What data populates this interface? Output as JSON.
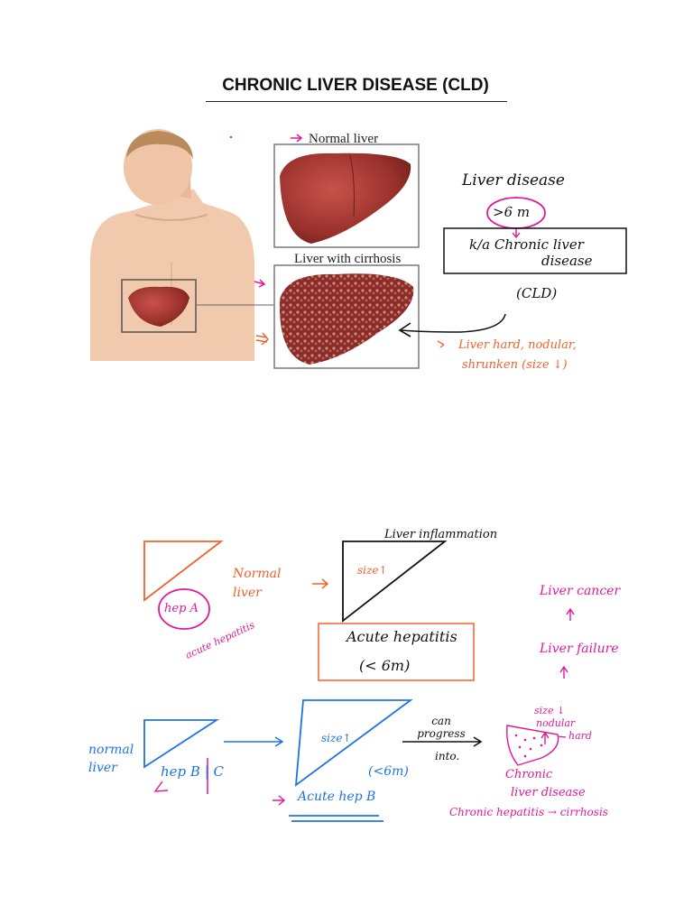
{
  "title": "CHRONIC LIVER DISEASE (CLD)",
  "figure": {
    "normal_label": "Normal liver",
    "cirrhosis_label": "Liver with cirrhosis"
  },
  "notes_top": {
    "liver_disease": "Liver disease",
    "gt6m": ">6 m",
    "box_line1": "k/a Chronic liver",
    "box_line2": "disease",
    "cld": "(CLD)",
    "hard_line1": "Liver hard, nodular,",
    "hard_line2": "shrunken (size ↓)"
  },
  "notes_bottom": {
    "hepA": "hep A",
    "acute_hepatitis_side": "acute hepatitis",
    "normal_liver_orange": "Normal liver",
    "liver_inflammation": "Liver inflammation",
    "size_up": "size↑",
    "acute_hepatitis": "Acute hepatitis",
    "lt6m": "(< 6m)",
    "liver_cancer": "Liver cancer",
    "liver_failure": "Liver failure",
    "size_down_nodular": "size ↓",
    "nodular": "nodular",
    "hard": "hard",
    "normal_liver_blue": "normal liver",
    "hepBC": "hep B | C",
    "size_up_blue": "size↑",
    "lt6m_blue": "(<6m)",
    "acute_hepB": "Acute hep B",
    "can_progress": "can progress",
    "into": "into.",
    "chronic_ld": "Chronic",
    "chronic_ld2": "liver disease",
    "chronic_hep": "Chronic hepatitis → cirrhosis"
  }
}
